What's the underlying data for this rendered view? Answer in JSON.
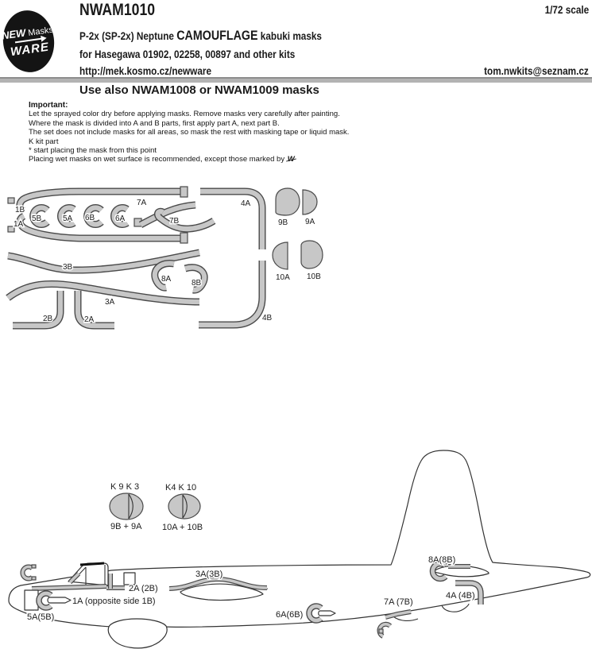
{
  "header": {
    "product_code": "NWAM1010",
    "scale": "1/72 scale",
    "logo": {
      "word1": "NEW",
      "word2": "Masks",
      "word3": "WARE",
      "arrow_icon": "right-arrow"
    },
    "title_prefix": "P-2x (SP-2x) Neptune ",
    "title_camo": "CAMOUFLAGE",
    "title_suffix": " kabuki masks",
    "subtitle": "for Hasegawa 01902, 02258, 00897 and other kits",
    "website": "http://mek.kosmo.cz/newware",
    "email": "tom.nwkits@seznam.cz",
    "note": "Use also NWAM1008 or NWAM1009 masks"
  },
  "important": {
    "heading": "Important:",
    "line1": "Let the sprayed color dry before applying masks. Remove masks very carefully after painting.",
    "line2": "Where the mask is divided into A and B parts, first apply part A, next part B.",
    "line3": "The set does not include masks for all areas, so mask the rest with masking tape or liquid mask.",
    "line4": "K kit part",
    "line5": "* start placing the mask from this point",
    "line6": "Placing wet masks on wet surface is recommended, except those marked by",
    "wet_symbol": "W"
  },
  "mask_sheet": {
    "labels": {
      "l1B": "1B",
      "l1A": "1A",
      "l5B": "5B",
      "l5A": "5A",
      "l6B": "6B",
      "l6A": "6A",
      "l7A": "7A",
      "l7B": "7B",
      "l4A": "4A",
      "l9B": "9B",
      "l9A": "9A",
      "l3B": "3B",
      "l8A": "8A",
      "l8B": "8B",
      "l10A": "10A",
      "l10B": "10B",
      "l3A": "3A",
      "l2B": "2B",
      "l2A": "2A",
      "l4B": "4B"
    }
  },
  "spinners": {
    "left_top": "K 9  K 3",
    "left_bottom": "9B + 9A",
    "right_top": "K4  K 10",
    "right_bottom": "10A + 10B"
  },
  "aircraft": {
    "labels": {
      "nose": "1A (opposite side 1B)",
      "nose_window": "5A(5B)",
      "cockpit": "2A (2B)",
      "wing_root": "3A(3B)",
      "mid": "6A(6B)",
      "tail_lower": "7A (7B)",
      "stab": "8A(8B)",
      "fin_base": "4A (4B)"
    }
  },
  "colors": {
    "mask_fill": "#c7c7c7",
    "mask_outline": "#4a4a4a",
    "line": "#333333",
    "divider": "#b3b3b3",
    "logo_bg": "#141414"
  }
}
